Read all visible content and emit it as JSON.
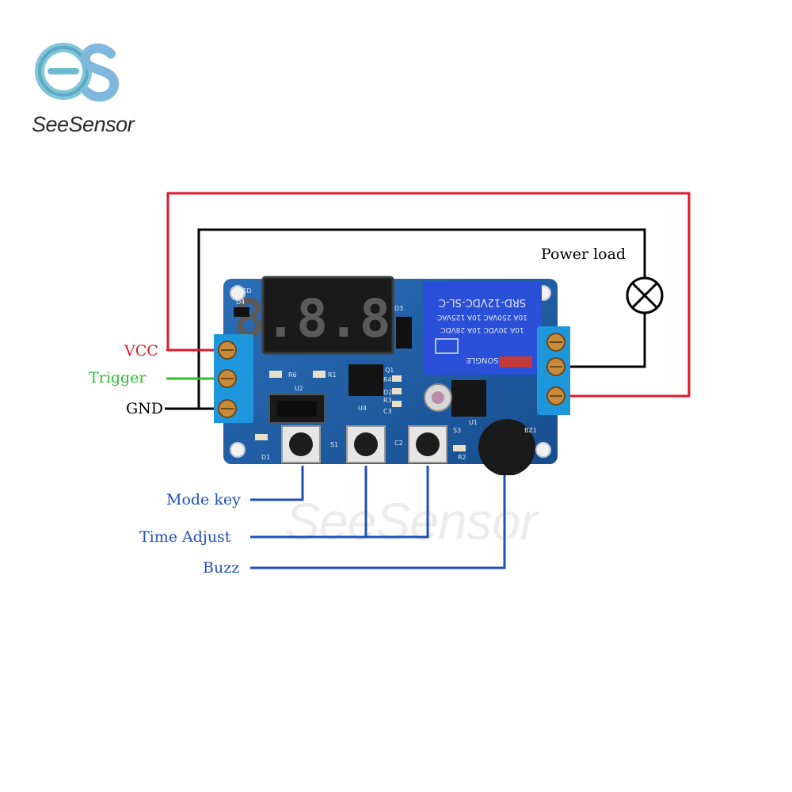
{
  "brand": {
    "name": "SeeSensor",
    "watermark": "SeeSensor"
  },
  "labels": {
    "power_load": "Power load",
    "vcc": "VCC",
    "trigger": "Trigger",
    "gnd": "GND",
    "mode_key": "Mode key",
    "time_adjust": "Time Adjust",
    "buzz": "Buzz"
  },
  "board": {
    "display": "8.8.8.",
    "relay_model": "SRD-12VDC-SL-C",
    "relay_rating_1": "10A 250VAC  10A 125VAC",
    "relay_rating_2": "10A 30VDC  10A 28VDC",
    "relay_brand": "SONGLE",
    "silkscreen": [
      "LED",
      "D4",
      "D3",
      "R6",
      "R1",
      "U2",
      "Q1",
      "R4",
      "D2",
      "R3",
      "C3",
      "U4",
      "S1",
      "C2",
      "S3",
      "U1",
      "D1",
      "R2",
      "BZ1"
    ]
  },
  "colors": {
    "vcc": "#e0192b",
    "trigger": "#2ec02e",
    "gnd": "#000000",
    "controls": "#1f4fbf",
    "pcb": "#1f5da3",
    "terminal": "#1e96dc",
    "relay": "#2a4fd8"
  }
}
